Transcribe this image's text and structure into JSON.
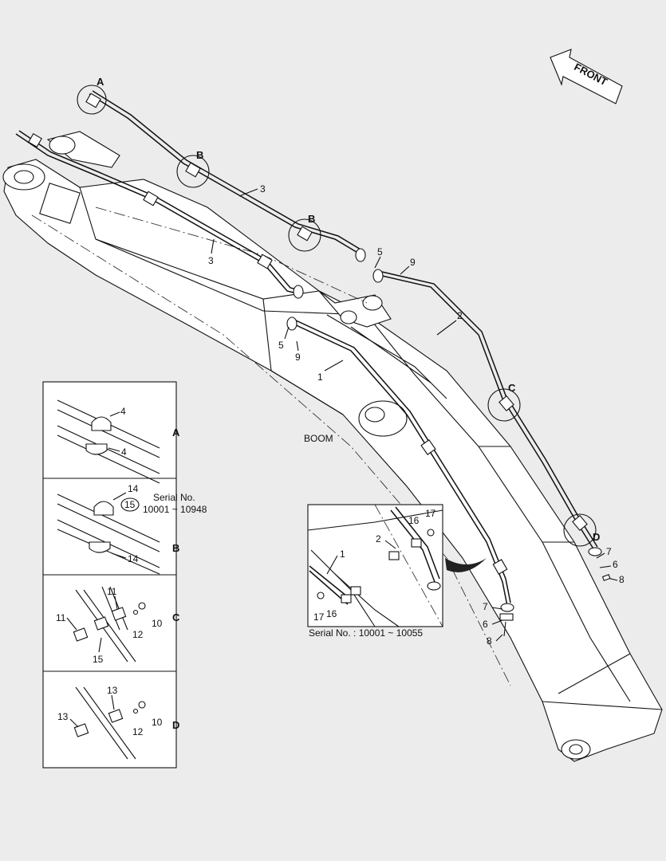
{
  "front_label": "FRONT",
  "boom_label": "BOOM",
  "detail_letters": [
    "A",
    "B",
    "B",
    "C",
    "D"
  ],
  "main_callouts": {
    "c1": "1",
    "c2": "2",
    "c3a": "3",
    "c3b": "3",
    "c5a": "5",
    "c5b": "5",
    "c9a": "9",
    "c9b": "9",
    "c7a": "7",
    "c6a": "6",
    "c8a": "8",
    "c7b": "7",
    "c6b": "6",
    "c8b": "8"
  },
  "inset_panels": [
    {
      "letter": "A",
      "callouts": [
        "4",
        "4"
      ]
    },
    {
      "letter": "B",
      "callouts": [
        "14",
        "15",
        "14"
      ],
      "serial_title": "Serial No.",
      "serial_range": "10001 ~ 10948"
    },
    {
      "letter": "C",
      "callouts": [
        "11",
        "11",
        "15",
        "10",
        "12"
      ]
    },
    {
      "letter": "D",
      "callouts": [
        "13",
        "13",
        "10",
        "12"
      ]
    }
  ],
  "detail_box": {
    "callouts": [
      "1",
      "2",
      "16",
      "17",
      "16",
      "17"
    ],
    "serial": "Serial No. : 10001 ~ 10055"
  }
}
